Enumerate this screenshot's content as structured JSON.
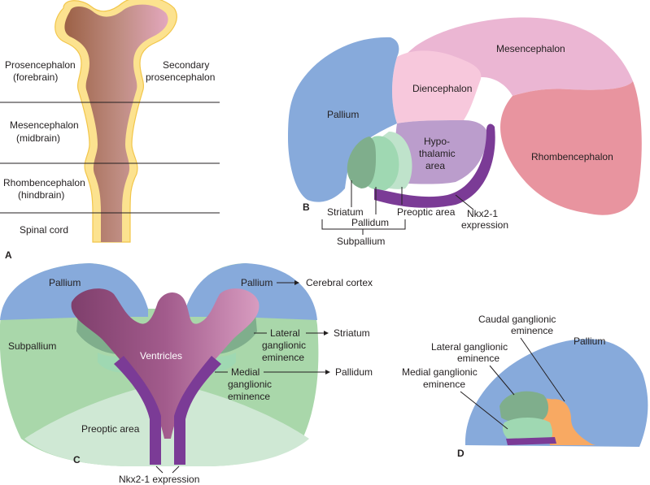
{
  "panels": {
    "a": {
      "letter": "A",
      "labels": {
        "prosencephalon_1": "Prosencephalon",
        "prosencephalon_2": "(forebrain)",
        "secondary_1": "Secondary",
        "secondary_2": "prosencephalon",
        "mesencephalon_1": "Mesencephalon",
        "mesencephalon_2": "(midbrain)",
        "rhombencephalon_1": "Rhombencephalon",
        "rhombencephalon_2": "(hindbrain)",
        "spinal_cord": "Spinal cord"
      }
    },
    "b": {
      "letter": "B",
      "labels": {
        "pallium": "Pallium",
        "diencephalon": "Diencephalon",
        "mesencephalon": "Mesencephalon",
        "rhombencephalon": "Rhombencephalon",
        "hypothalamic_1": "Hypo-",
        "hypothalamic_2": "thalamic",
        "hypothalamic_3": "area",
        "striatum": "Striatum",
        "pallidum": "Pallidum",
        "preoptic_area": "Preoptic area",
        "nkx_1": "Nkx2-1",
        "nkx_2": "expression",
        "subpallium": "Subpallium"
      }
    },
    "c": {
      "letter": "C",
      "labels": {
        "pallium_left": "Pallium",
        "pallium_right": "Pallium",
        "cerebral_cortex": "Cerebral cortex",
        "subpallium": "Subpallium",
        "ventricles": "Ventricles",
        "lateral_1": "Lateral",
        "lateral_2": "ganglionic",
        "lateral_3": "eminence",
        "striatum": "Striatum",
        "medial_1": "Medial",
        "medial_2": "ganglionic",
        "medial_3": "eminence",
        "pallidum": "Pallidum",
        "preoptic_area": "Preoptic area",
        "nkx_expression": "Nkx2-1 expression"
      }
    },
    "d": {
      "letter": "D",
      "labels": {
        "caudal_1": "Caudal ganglionic",
        "caudal_2": "eminence",
        "lateral_1": "Lateral ganglionic",
        "lateral_2": "eminence",
        "medial_1": "Medial ganglionic",
        "medial_2": "eminence",
        "pallium": "Pallium"
      }
    }
  },
  "colors": {
    "pallium": "#87aadb",
    "diencephalon": "#f7c8dc",
    "mesencephalon": "#ebb6d3",
    "rhombencephalon": "#e8949f",
    "hypothalamus": "#bb9dcc",
    "striatum": "#7fae8c",
    "pallidum": "#9fd8b2",
    "preoptic": "#bfe3cb",
    "nkx": "#7b3b96",
    "subpallium": "#a9d7aa",
    "ventricle": "#a9648b",
    "cge": "#f8a962",
    "tube_wall": "#fce28f"
  }
}
